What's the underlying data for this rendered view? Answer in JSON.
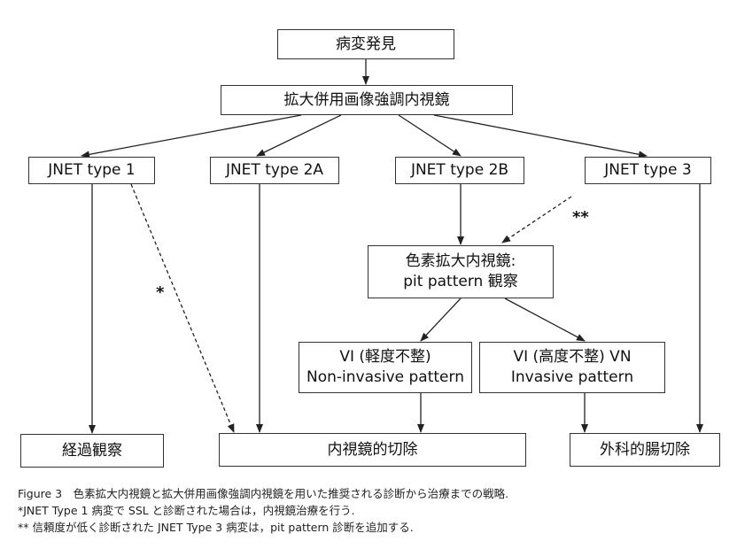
{
  "diagram": {
    "nodes": {
      "discovery": "病変発見",
      "magnify_nbi": "拡大併用画像強調内視鏡",
      "jnet1": "JNET type 1",
      "jnet2a": "JNET type 2A",
      "jnet2b": "JNET type 2B",
      "jnet3": "JNET type 3",
      "chromo_line1": "色素拡大内視鏡:",
      "chromo_line2": "pit pattern 観察",
      "vi_mild_line1": "VI (軽度不整)",
      "vi_mild_line2": "Non-invasive pattern",
      "vi_severe_line1": "VI (高度不整) VN",
      "vi_severe_line2": "Invasive pattern",
      "observation": "経過観察",
      "endoscopic_resection": "内視鏡的切除",
      "surgery": "外科的腸切除"
    },
    "marks": {
      "single": "*",
      "double": "**"
    }
  },
  "caption": {
    "line1": "Figure 3　色素拡大内視鏡と拡大併用画像強調内視鏡を用いた推奨される診断から治療までの戦略.",
    "line2": "*JNET Type 1 病変で SSL と診断された場合は，内視鏡治療を行う.",
    "line3": "** 信頼度が低く診断された JNET Type 3 病変は，pit pattern 診断を追加する."
  }
}
